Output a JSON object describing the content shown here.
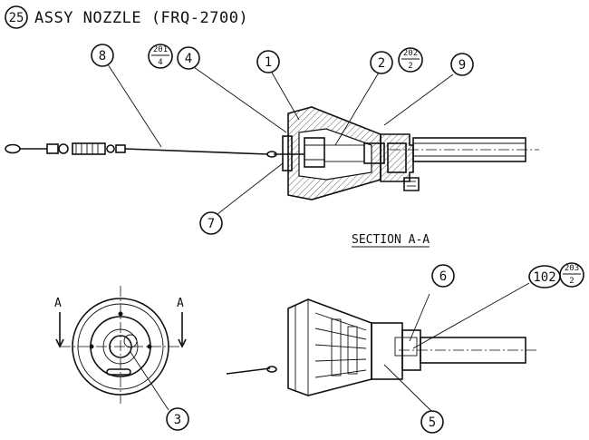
{
  "title": {
    "index": "25",
    "text": "ASSY NOZZLE (FRQ-2700)"
  },
  "section_label": "SECTION A-A",
  "section_marks": {
    "left": "A",
    "right": "A"
  },
  "callouts": {
    "c1": "1",
    "c2": "2",
    "c3": "3",
    "c4": "4",
    "c5": "5",
    "c6": "6",
    "c7": "7",
    "c8": "8",
    "c9": "9",
    "c102": "102"
  },
  "fractions": {
    "f201": {
      "num": "201",
      "den": "4"
    },
    "f202": {
      "num": "202",
      "den": "2"
    },
    "f203": {
      "num": "203",
      "den": "2"
    }
  }
}
